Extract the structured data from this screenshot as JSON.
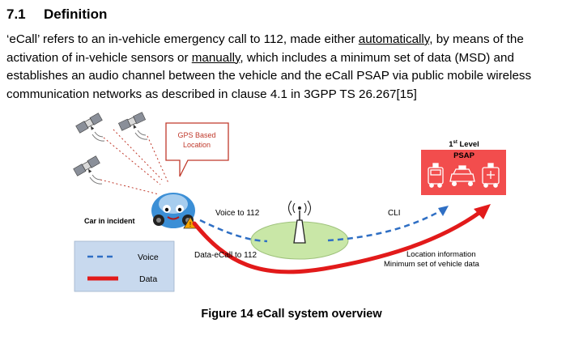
{
  "section": {
    "number": "7.1",
    "title": "Definition"
  },
  "paragraph": {
    "part1": " ‘eCall’ refers to an in-vehicle emergency call to 112, made either ",
    "link1": "automatically,",
    "part2": " by means of the activation of in-vehicle sensors or ",
    "link2": "manually",
    "part3": ", which includes a minimum set of data (MSD) and establishes an audio channel between the vehicle and the eCall PSAP via public mobile wireless communication networks as described in clause 4.1 in 3GPP TS 26.267[15]"
  },
  "figure": {
    "gps_callout": "GPS Based\nLocation",
    "car_label": "Car in incident",
    "voice_to_112": "Voice to 112",
    "data_ecall": "Data-eCall to 112",
    "cli": "CLI",
    "psap_level_num": "1",
    "psap_level_sup": "st",
    "psap_level_word": "Level",
    "psap_name": "PSAP",
    "location_info": "Location information",
    "msd_info": "Minimum set of vehicle data",
    "legend_voice": "Voice",
    "legend_data": "Data",
    "colors": {
      "voice": "#2f6fc4",
      "data": "#e21a1a",
      "psap_box": "#f24d4d",
      "ellipse": "#c9e7a7",
      "legend_bg": "#c8d9ee",
      "callout_border": "#c0392b",
      "car": "#3b8fd6"
    },
    "caption": "Figure 14 eCall system overview"
  }
}
